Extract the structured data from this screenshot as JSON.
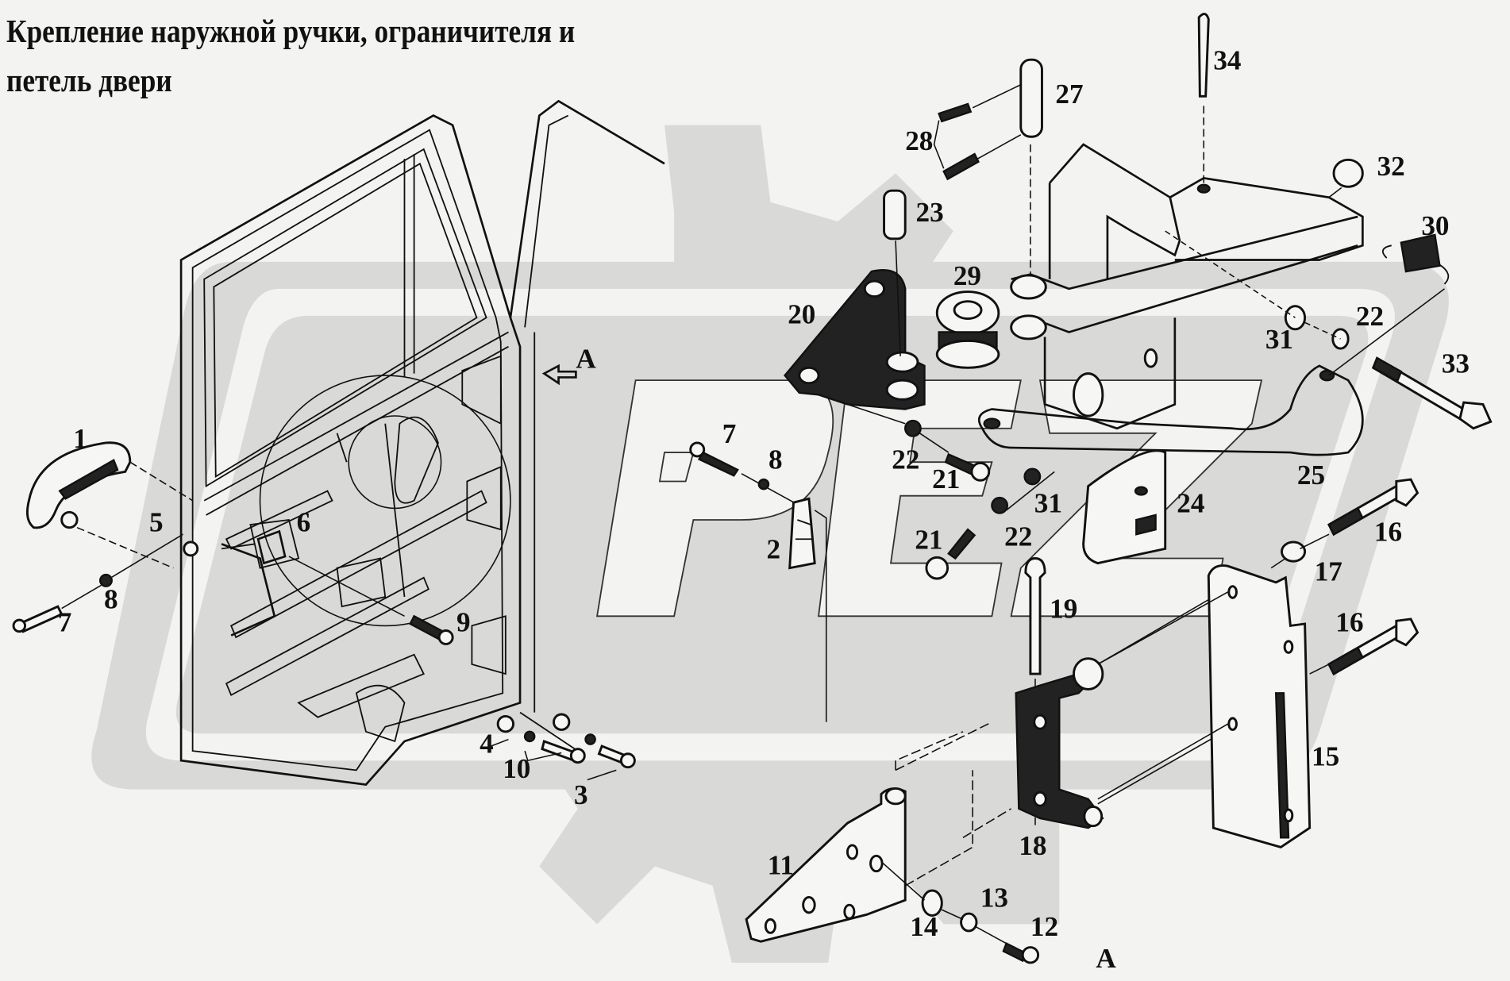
{
  "title": {
    "line1": "Крепление наружной ручки, ограничителя и",
    "line2": "петель двери"
  },
  "watermark": {
    "text": "PEZ",
    "color": "#d9d9d7"
  },
  "view_marker": {
    "label": "A"
  },
  "callouts": [
    {
      "id": "1",
      "label": "1"
    },
    {
      "id": "2",
      "label": "2"
    },
    {
      "id": "3",
      "label": "3"
    },
    {
      "id": "4",
      "label": "4"
    },
    {
      "id": "5",
      "label": "5"
    },
    {
      "id": "6",
      "label": "6"
    },
    {
      "id": "7a",
      "label": "7"
    },
    {
      "id": "7b",
      "label": "7"
    },
    {
      "id": "8a",
      "label": "8"
    },
    {
      "id": "8b",
      "label": "8"
    },
    {
      "id": "9",
      "label": "9"
    },
    {
      "id": "10",
      "label": "10"
    },
    {
      "id": "11",
      "label": "11"
    },
    {
      "id": "12",
      "label": "12"
    },
    {
      "id": "13",
      "label": "13"
    },
    {
      "id": "14",
      "label": "14"
    },
    {
      "id": "15",
      "label": "15"
    },
    {
      "id": "16a",
      "label": "16"
    },
    {
      "id": "16b",
      "label": "16"
    },
    {
      "id": "17",
      "label": "17"
    },
    {
      "id": "18",
      "label": "18"
    },
    {
      "id": "19",
      "label": "19"
    },
    {
      "id": "20",
      "label": "20"
    },
    {
      "id": "21a",
      "label": "21"
    },
    {
      "id": "21b",
      "label": "21"
    },
    {
      "id": "22a",
      "label": "22"
    },
    {
      "id": "22b",
      "label": "22"
    },
    {
      "id": "22c",
      "label": "22"
    },
    {
      "id": "23",
      "label": "23"
    },
    {
      "id": "24",
      "label": "24"
    },
    {
      "id": "25",
      "label": "25"
    },
    {
      "id": "27",
      "label": "27"
    },
    {
      "id": "28",
      "label": "28"
    },
    {
      "id": "29",
      "label": "29"
    },
    {
      "id": "30",
      "label": "30"
    },
    {
      "id": "31a",
      "label": "31"
    },
    {
      "id": "31b",
      "label": "31"
    },
    {
      "id": "32",
      "label": "32"
    },
    {
      "id": "33",
      "label": "33"
    },
    {
      "id": "34",
      "label": "34"
    }
  ]
}
